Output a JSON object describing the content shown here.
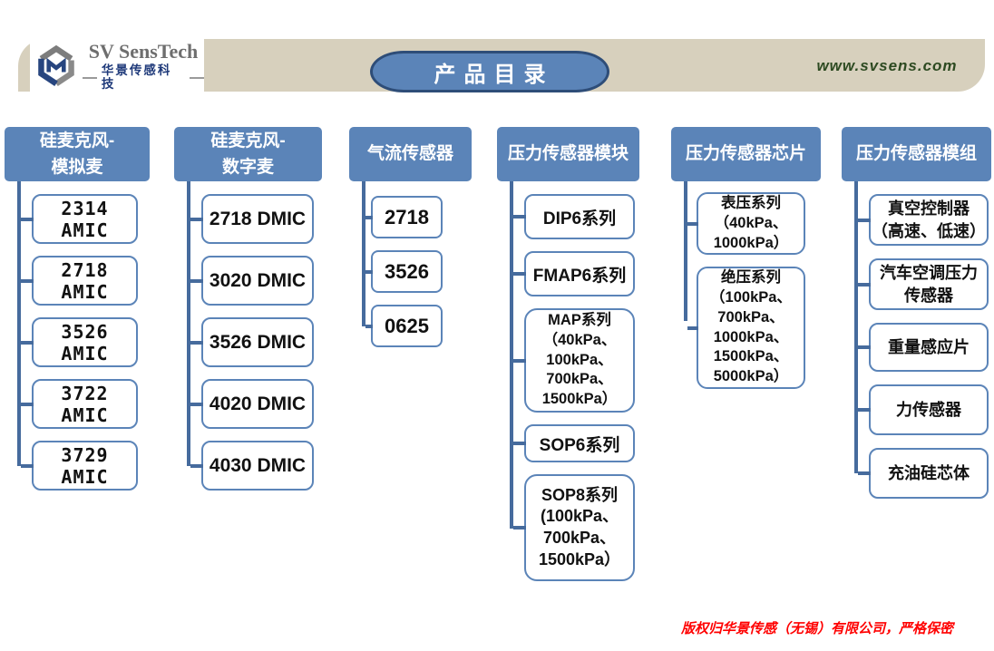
{
  "colors": {
    "band_beige": "#d7d0bd",
    "accent_blue": "#5b84b8",
    "connector_blue": "#466b9d",
    "title_border_blue": "#2e4d78",
    "url_green": "#2d4a21",
    "copyright_red": "#ff0000"
  },
  "header": {
    "logo_name": "SV SensTech",
    "logo_subtitle": "华景传感科技",
    "title": "产品目录",
    "website": "www.svsens.com"
  },
  "columns": [
    {
      "header": "硅麦克风-\n模拟麦",
      "items": [
        "2314 AMIC",
        "2718 AMIC",
        "3526 AMIC",
        "3722 AMIC",
        "3729 AMIC"
      ]
    },
    {
      "header": "硅麦克风-\n数字麦",
      "items": [
        "2718 DMIC",
        "3020 DMIC",
        "3526 DMIC",
        "4020 DMIC",
        "4030 DMIC"
      ]
    },
    {
      "header": "气流传感器",
      "items": [
        "2718",
        "3526",
        "0625"
      ]
    },
    {
      "header": "压力传感器模块",
      "items": [
        "DIP6系列",
        "FMAP6系列",
        "MAP系列\n（40kPa、\n100kPa、\n700kPa、\n1500kPa）",
        "SOP6系列",
        "SOP8系列\n(100kPa、\n700kPa、\n1500kPa）"
      ]
    },
    {
      "header": "压力传感器芯片",
      "items": [
        "表压系列\n（40kPa、\n1000kPa）",
        "绝压系列\n（100kPa、\n700kPa、\n1000kPa、\n1500kPa、\n5000kPa）"
      ]
    },
    {
      "header": "压力传感器模组",
      "items": [
        "真空控制器\n（高速、低速）",
        "汽车空调压力\n传感器",
        "重量感应片",
        "力传感器",
        "充油硅芯体"
      ]
    }
  ],
  "footer": {
    "copyright": "版权归华景传感（无锡）有限公司，严格保密"
  }
}
